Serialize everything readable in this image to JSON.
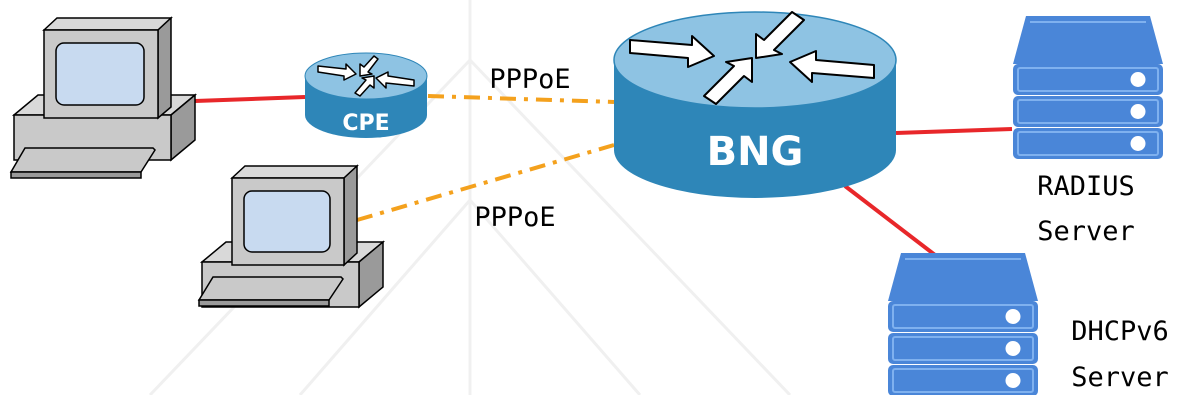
{
  "nodes": {
    "pc_top": {
      "type": "desktop-computer"
    },
    "pc_bottom": {
      "type": "desktop-computer"
    },
    "cpe": {
      "label": "CPE",
      "icon": "router-icon"
    },
    "bng": {
      "label": "BNG",
      "icon": "router-icon"
    },
    "radius": {
      "label_line1": "RADIUS",
      "label_line2": "Server",
      "icon": "server-icon"
    },
    "dhcp": {
      "label_line1": "DHCPv6",
      "label_line2": "Server",
      "icon": "server-icon"
    }
  },
  "links": {
    "cpe_bng": {
      "label": "PPPoE",
      "style": "dash-dot"
    },
    "pc_bottom_bng": {
      "label": "PPPoE",
      "style": "dash-dot"
    },
    "pc_top_cpe": {
      "style": "solid"
    },
    "bng_radius": {
      "style": "solid"
    },
    "bng_dhcp": {
      "style": "solid"
    }
  },
  "colors": {
    "ethernet_link": "#e8272a",
    "pppoe_link": "#f4a11d",
    "router_top": "#8ec3e3",
    "router_side": "#2e86b8",
    "server_blue": "#4a86d8",
    "computer_gray": "#c9c9c9",
    "screen_blue": "#c8daf0"
  }
}
